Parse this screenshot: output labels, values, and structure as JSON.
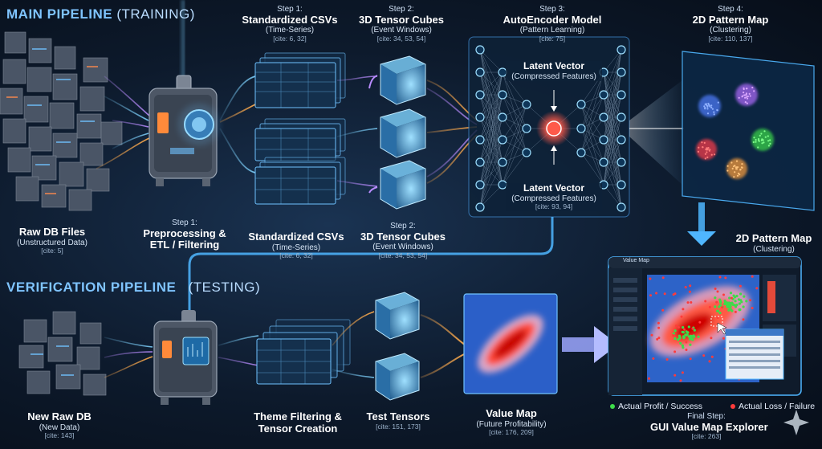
{
  "headers": {
    "main": {
      "title": "MAIN PIPELINE",
      "qualifier": "(TRAINING)"
    },
    "verify": {
      "title": "VERIFICATION PIPELINE",
      "qualifier": "(TESTING)"
    }
  },
  "main": {
    "raw_db": {
      "title": "Raw DB Files",
      "sub": "(Unstructured Data)",
      "cite": "[cite: 5]"
    },
    "preprocess": {
      "step": "Step 1:",
      "title_1": "Preprocessing &",
      "title_2": "ETL / Filtering"
    },
    "csv_top": {
      "step": "Step 1:",
      "title": "Standardized CSVs",
      "sub": "(Time-Series)",
      "cite": "[cite: 6, 32]"
    },
    "csv_bottom": {
      "title": "Standardized CSVs",
      "sub": "(Time-Series)",
      "cite": "[cite: 6, 32]"
    },
    "tensor_top": {
      "step": "Step 2:",
      "title": "3D Tensor Cubes",
      "sub": "(Event Windows)",
      "cite": "[cite: 34, 53, 54]"
    },
    "tensor_bottom": {
      "step": "Step 2:",
      "title": "3D Tensor Cubes",
      "sub": "(Event Windows)",
      "cite": "[cite: 34, 53, 54]"
    },
    "autoencoder": {
      "step": "Step 3:",
      "title": "AutoEncoder Model",
      "sub": "(Pattern Learning)",
      "cite": "[cite: 75]"
    },
    "latent_top": {
      "title": "Latent Vector",
      "sub": "(Compressed Features)"
    },
    "latent_bottom": {
      "title": "Latent Vector",
      "sub": "(Compressed Features)",
      "cite": "[cite: 93, 94]"
    },
    "pattern_map": {
      "step": "Step 4:",
      "title": "2D Pattern Map",
      "sub": "(Clustering)",
      "cite": "[cite: 110, 137]"
    },
    "pattern_map_2": {
      "title": "2D Pattern Map",
      "sub": "(Clustering)"
    }
  },
  "verify": {
    "new_db": {
      "title": "New Raw DB",
      "sub": "(New Data)",
      "cite": "[cite: 143]"
    },
    "theme": {
      "title_1": "Theme Filtering &",
      "title_2": "Tensor Creation"
    },
    "test_tensors": {
      "title": "Test Tensors",
      "cite": "[cite: 151, 173]"
    },
    "value_map": {
      "title": "Value Map",
      "sub": "(Future Profitability)",
      "cite": "[cite: 176, 209]"
    },
    "final": {
      "step": "Final Step:",
      "title": "GUI Value Map Explorer",
      "cite": "[cite: 263]"
    }
  },
  "gui": {
    "window_title": "Value Map"
  },
  "legend": {
    "profit": {
      "label": "Actual Profit / Success",
      "color": "#3ddc4a"
    },
    "loss": {
      "label": "Actual Loss / Failure",
      "color": "#ff3b3b"
    }
  },
  "colors": {
    "accent": "#4fb6ff",
    "flow_blue": "#7fd3ff",
    "flow_orange": "#ffab4d",
    "flow_purple": "#b98cff"
  }
}
